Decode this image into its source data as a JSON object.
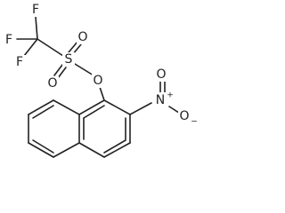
{
  "molecule": {
    "atoms": {
      "f_top": "F",
      "f_left": "F",
      "f_bottom": "F",
      "sulfur": "S",
      "o_sulfonyl_upper": "O",
      "o_sulfonyl_lower": "O",
      "o_ester": "O",
      "nitrogen": "N",
      "n_charge": "+",
      "o_nitro_upper": "O",
      "o_nitro_lower": "O",
      "o_nitro_charge": "−"
    },
    "colors": {
      "ink": "#222222",
      "background": "#ffffff"
    }
  }
}
